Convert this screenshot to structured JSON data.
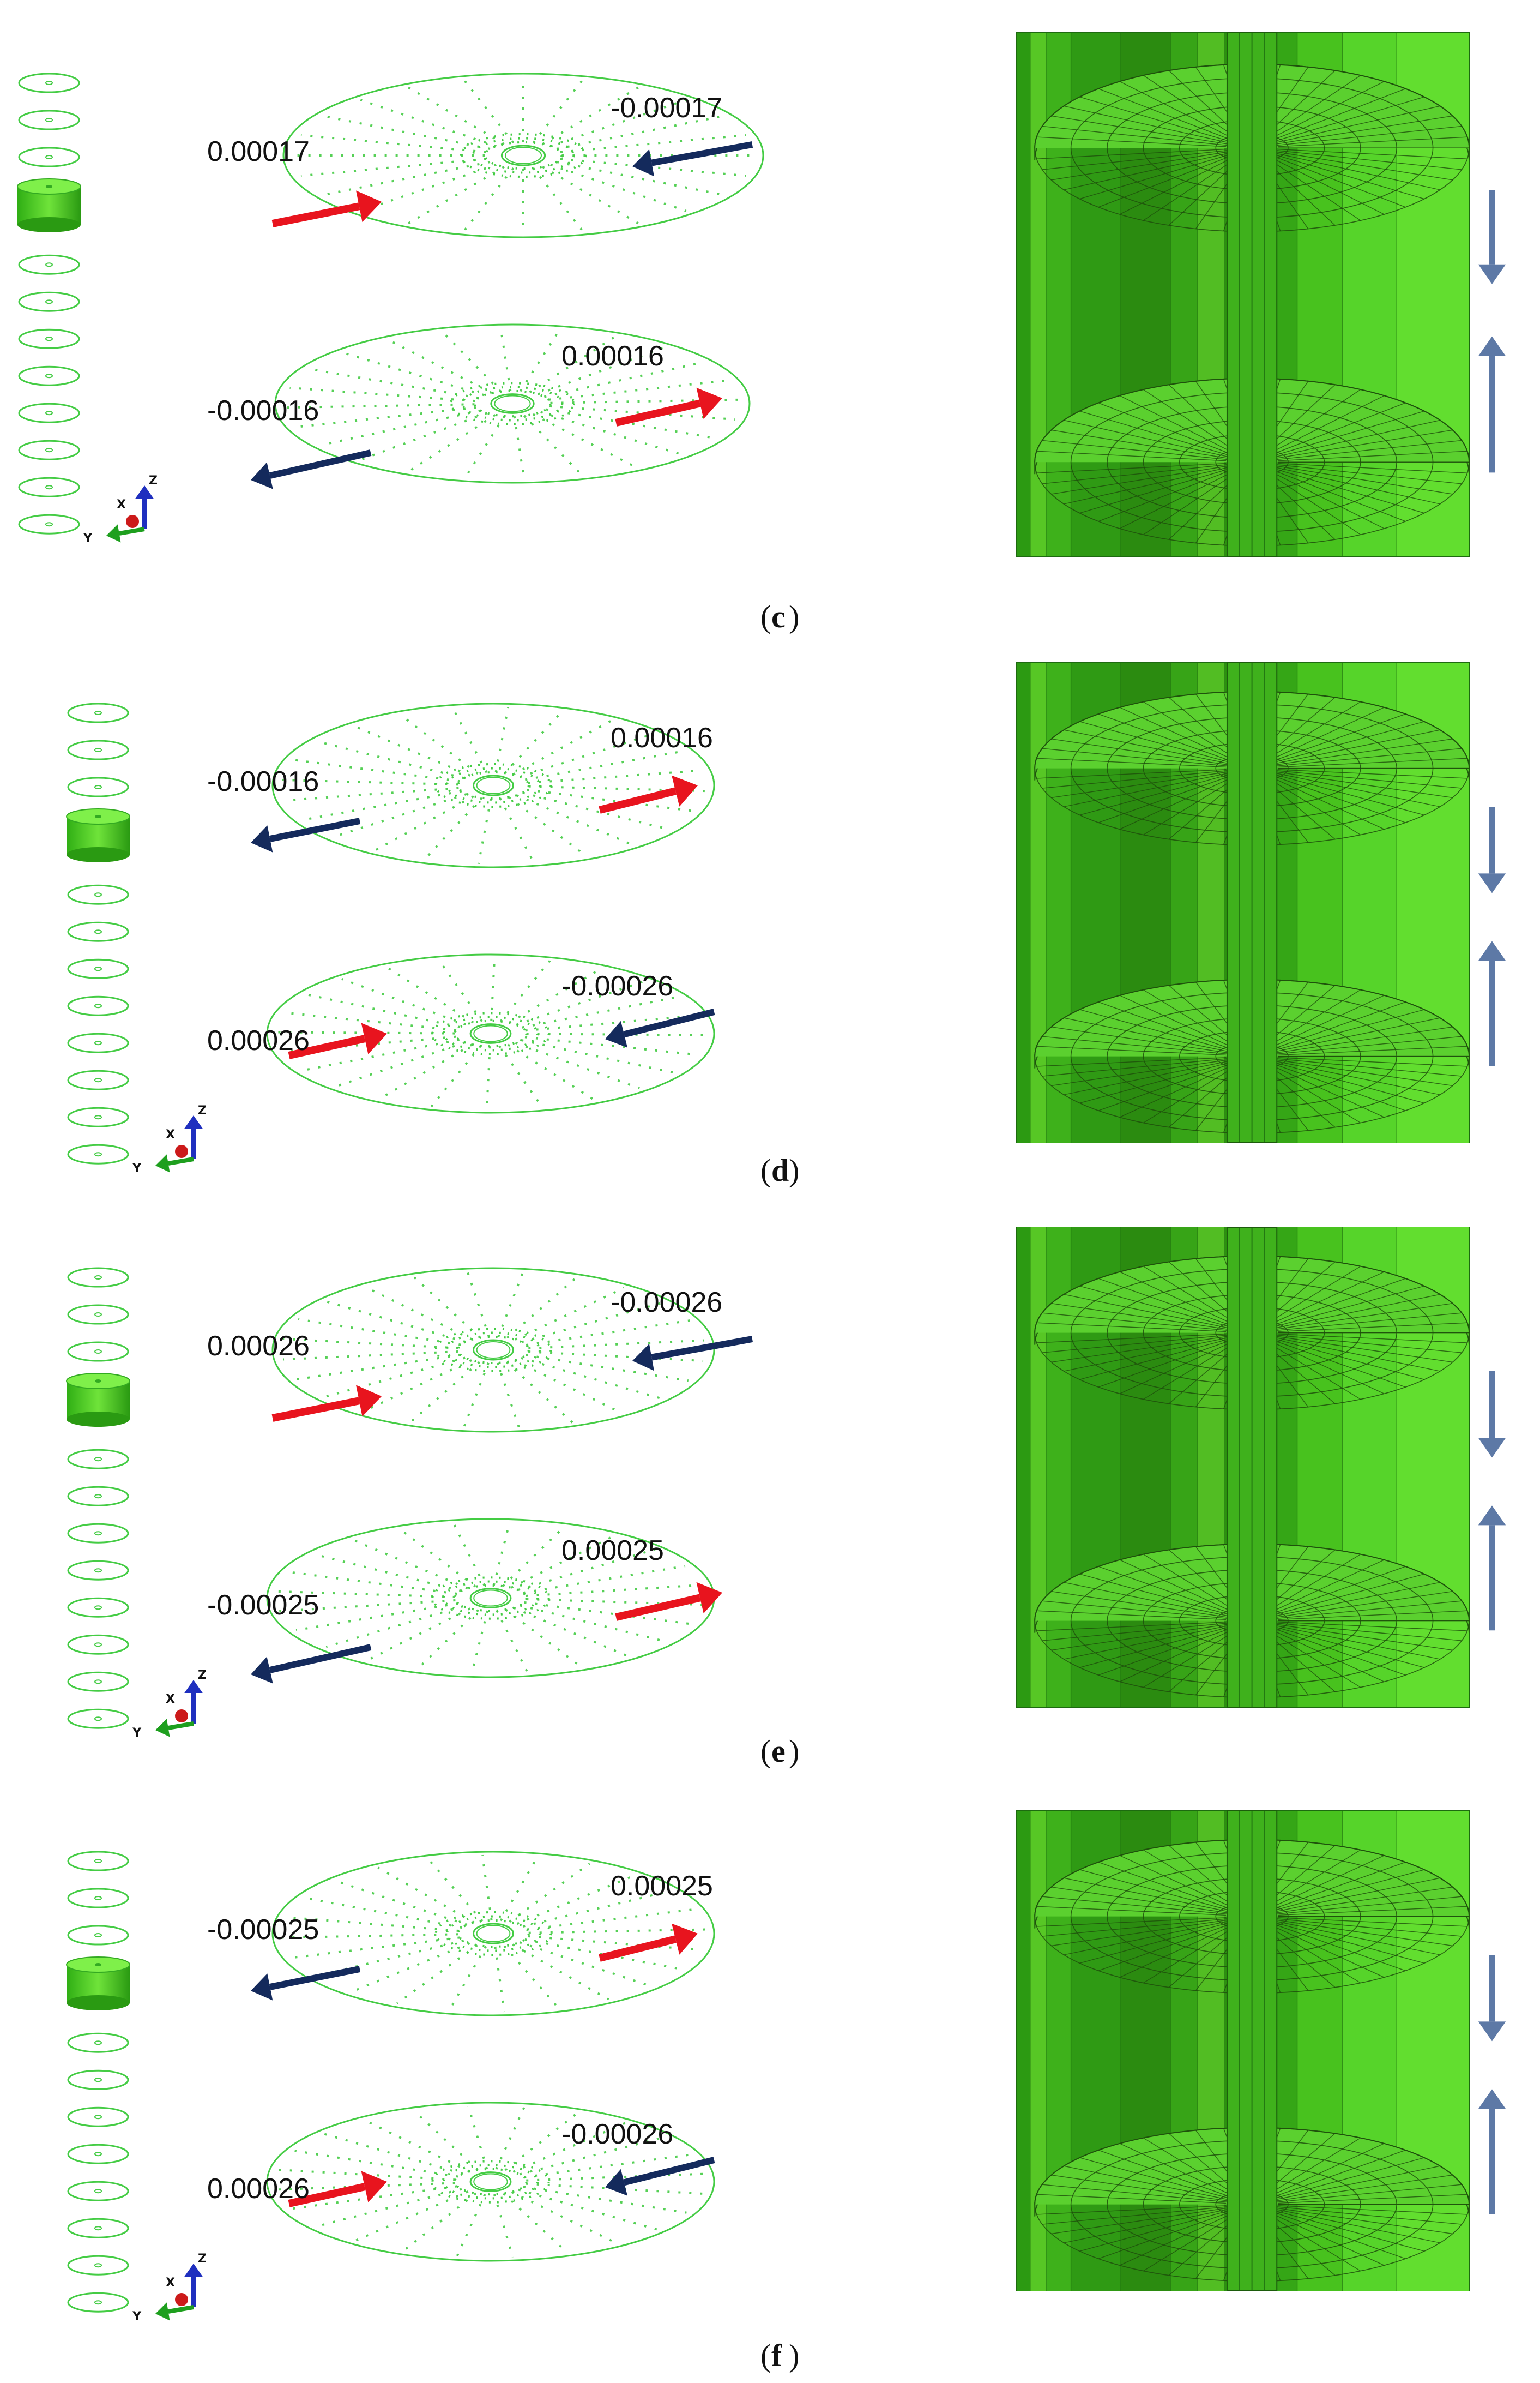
{
  "panels": [
    {
      "label": "c",
      "top_left": "0.00017",
      "top_right": "-0.00017",
      "bottom_left": "-0.00016",
      "bottom_right": "0.00016",
      "top_arrows": [
        "red-right",
        "navy-left"
      ],
      "bottom_arrows": [
        "navy-left",
        "red-right"
      ],
      "mesh_arrows": [
        "down",
        "up"
      ]
    },
    {
      "label": "d",
      "top_left": "-0.00016",
      "top_right": "0.00016",
      "bottom_left": "0.00026",
      "bottom_right": "-0.00026",
      "top_arrows": [
        "navy-left",
        "red-right"
      ],
      "bottom_arrows": [
        "red-right",
        "navy-left"
      ],
      "mesh_arrows": [
        "down",
        "up"
      ]
    },
    {
      "label": "e",
      "top_left": "0.00026",
      "top_right": "-0.00026",
      "bottom_left": "-0.00025",
      "bottom_right": "0.00025",
      "top_arrows": [
        "red-right",
        "navy-left"
      ],
      "bottom_arrows": [
        "navy-left",
        "red-right"
      ],
      "mesh_arrows": [
        "down",
        "up"
      ]
    },
    {
      "label": "f",
      "top_left": "-0.00025",
      "top_right": "0.00025",
      "bottom_left": "0.00026",
      "bottom_right": "-0.00026",
      "top_arrows": [
        "navy-left",
        "red-right"
      ],
      "bottom_arrows": [
        "red-right",
        "navy-left"
      ],
      "mesh_arrows": [
        "down",
        "up"
      ]
    }
  ],
  "triad": {
    "x": "X",
    "y": "Y",
    "z": "Z"
  },
  "colors": {
    "mesh_green": "#44cc44",
    "red_arrow": "#e8141e",
    "navy_arrow": "#142a5c",
    "steel_arrow": "#5d79a6"
  }
}
